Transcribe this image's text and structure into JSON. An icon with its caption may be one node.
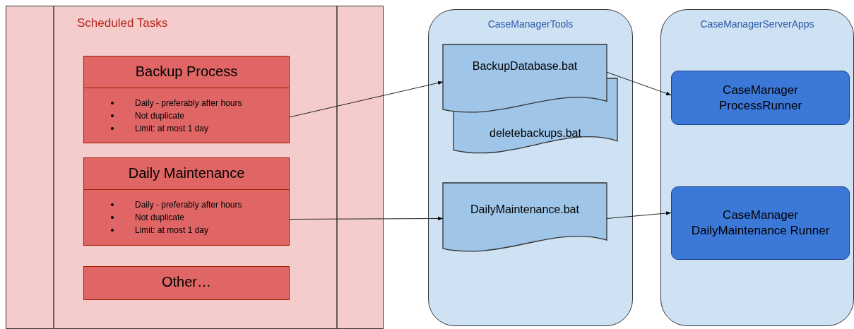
{
  "diagram": {
    "nodes": [
      {
        "text": [
          "Scheduled Tasks"
        ]
      },
      {
        "text": [
          "Backup Process",
          "Daily - preferably after hours",
          "Not duplicate",
          "Limit: at most 1 day"
        ],
        "in": 0
      },
      {
        "text": [
          "Daily Maintenance",
          "Daily - preferably after hours",
          "Not duplicate",
          "Limit: at most 1 day"
        ],
        "in": 0
      },
      {
        "text": [
          "Other…"
        ],
        "in": 0
      },
      {
        "text": [
          "CaseManagerTools"
        ]
      },
      {
        "text": [
          "BackupDatabase.bat"
        ],
        "in": 4
      },
      {
        "text": [
          "deletebackups.bat"
        ],
        "in": 4
      },
      {
        "text": [
          "DailyMaintenance.bat"
        ],
        "in": 4
      },
      {
        "text": [
          "CaseManagerServerApps"
        ]
      },
      {
        "text": [
          "CaseManager ProcessRunner"
        ],
        "in": 8
      },
      {
        "text": [
          "CaseManager DailyMaintenance Runner"
        ],
        "in": 8
      }
    ],
    "edges": [
      {
        "from": 1,
        "to": 5,
        "arrow": "to"
      },
      {
        "from": 5,
        "to": 9,
        "arrow": "to"
      },
      {
        "from": 2,
        "to": 7,
        "arrow": "to"
      },
      {
        "from": 7,
        "to": 10,
        "arrow": "to"
      }
    ]
  }
}
